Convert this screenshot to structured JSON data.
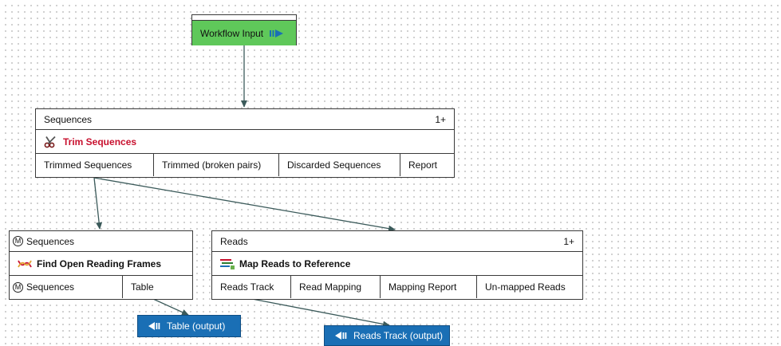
{
  "workflow_input": {
    "label": "Workflow Input",
    "icon": "right-arrow-icon",
    "color": "#5fc85a"
  },
  "trim": {
    "input_label": "Sequences",
    "count": "1+",
    "tool_name": "Trim Sequences",
    "tool_icon": "scissors-icon",
    "tool_color": "#c8102e",
    "outputs": [
      "Trimmed Sequences",
      "Trimmed (broken pairs)",
      "Discarded Sequences",
      "Report"
    ]
  },
  "orf": {
    "input_marker": "M",
    "input_label": "Sequences",
    "tool_name": "Find Open Reading Frames",
    "tool_icon": "orf-icon",
    "outputs": [
      {
        "marker": "M",
        "label": "Sequences"
      },
      {
        "label": "Table"
      }
    ]
  },
  "map": {
    "input_label": "Reads",
    "count": "1+",
    "tool_name": "Map Reads to Reference",
    "tool_icon": "map-reads-icon",
    "outputs": [
      "Reads Track",
      "Read Mapping",
      "Mapping Report",
      "Un-mapped Reads"
    ]
  },
  "table_output": {
    "label": "Table (output)",
    "icon": "output-icon",
    "color": "#1a6fb5"
  },
  "reads_output": {
    "label": "Reads Track (output)",
    "icon": "output-icon",
    "color": "#1a6fb5"
  },
  "connector_color": "#3b5a5a"
}
